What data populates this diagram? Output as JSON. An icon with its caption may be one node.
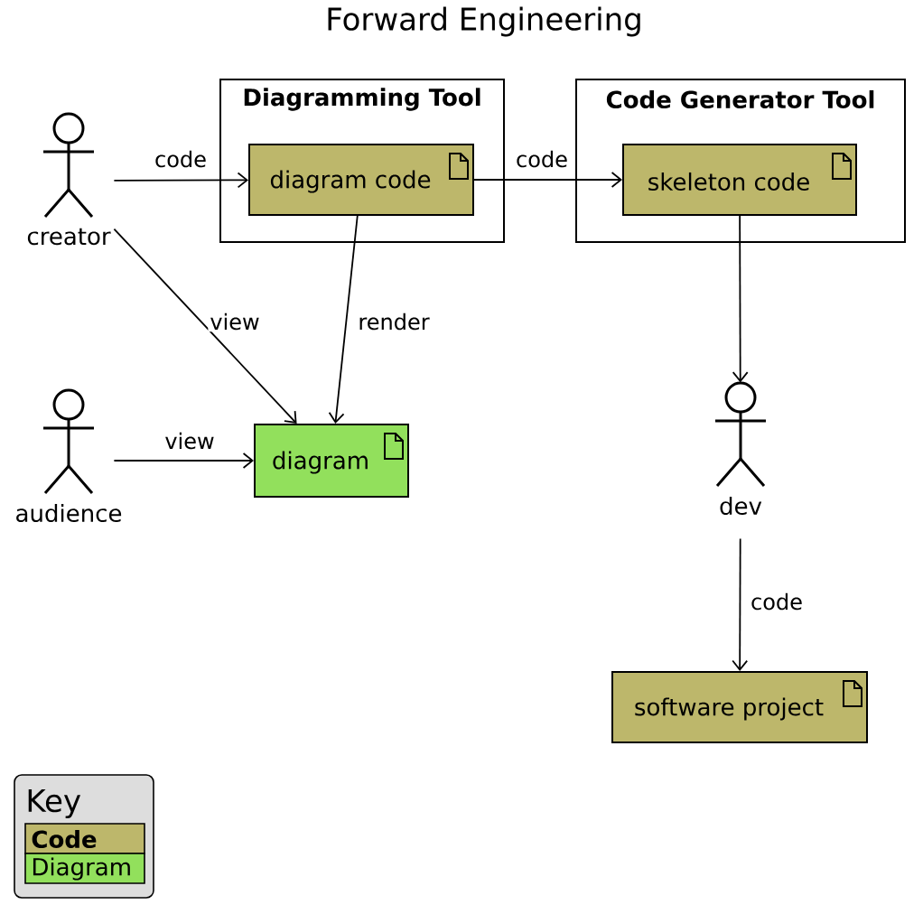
{
  "diagram": {
    "title": "Forward Engineering",
    "nodes": [
      {
        "text": [],
        "shape": "person",
        "beside": [
          "creator"
        ]
      },
      {
        "text": [
          "Diagramming Tool"
        ]
      },
      {
        "text": [
          "diagram code"
        ],
        "in": 1
      },
      {
        "text": [
          "Code Generator Tool"
        ]
      },
      {
        "text": [
          "skeleton code"
        ],
        "in": 3
      },
      {
        "text": [],
        "shape": "person",
        "beside": [
          "audience"
        ]
      },
      {
        "text": [
          "diagram"
        ]
      },
      {
        "text": [],
        "shape": "person",
        "beside": [
          "dev"
        ]
      },
      {
        "text": [
          "software project"
        ]
      }
    ],
    "edges": [
      {
        "from": 0,
        "to": 2,
        "arrow": "to",
        "label": "code"
      },
      {
        "from": 2,
        "to": 4,
        "arrow": "to",
        "label": "code"
      },
      {
        "from": 0,
        "to": 6,
        "arrow": "to",
        "label": "view"
      },
      {
        "from": 2,
        "to": 6,
        "arrow": "to",
        "label": "render"
      },
      {
        "from": 5,
        "to": 6,
        "arrow": "to",
        "label": "view"
      },
      {
        "from": 4,
        "to": 7,
        "arrow": "to"
      },
      {
        "from": 7,
        "to": 8,
        "arrow": "to",
        "label": "code"
      }
    ],
    "labels": [
      "Key"
    ],
    "legend": [
      {
        "text": "Code",
        "color": "#bdb76b"
      },
      {
        "text": "Diagram",
        "color": "#92e05c"
      }
    ]
  }
}
